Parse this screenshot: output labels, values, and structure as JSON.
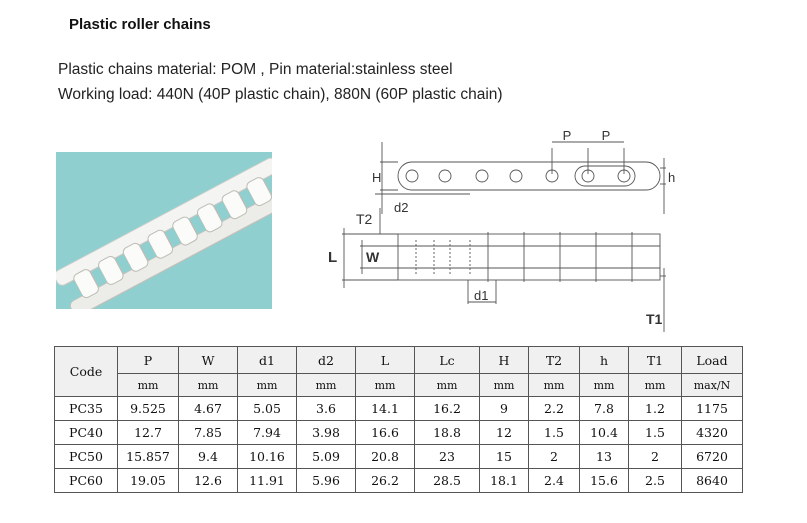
{
  "title": "Plastic roller chains",
  "description": {
    "line1": "Plastic chains material: POM , Pin material:stainless steel",
    "line2": "Working load: 440N (40P plastic chain), 880N (60P plastic chain)"
  },
  "drawing": {
    "labels": {
      "p1": "P",
      "p2": "P",
      "h_upper": "H",
      "h_lower": "h",
      "d2": "d2",
      "t2": "T2",
      "l": "L",
      "w": "W",
      "d1": "d1",
      "t1": "T1"
    }
  },
  "table": {
    "code_header": "Code",
    "columns": [
      {
        "name": "P",
        "unit": "mm"
      },
      {
        "name": "W",
        "unit": "mm"
      },
      {
        "name": "d1",
        "unit": "mm"
      },
      {
        "name": "d2",
        "unit": "mm"
      },
      {
        "name": "L",
        "unit": "mm"
      },
      {
        "name": "Lc",
        "unit": "mm"
      },
      {
        "name": "H",
        "unit": "mm"
      },
      {
        "name": "T2",
        "unit": "mm"
      },
      {
        "name": "h",
        "unit": "mm"
      },
      {
        "name": "T1",
        "unit": "mm"
      },
      {
        "name": "Load",
        "unit": "max/N"
      }
    ],
    "rows": [
      [
        "PC35",
        "9.525",
        "4.67",
        "5.05",
        "3.6",
        "14.1",
        "16.2",
        "9",
        "2.2",
        "7.8",
        "1.2",
        "1175"
      ],
      [
        "PC40",
        "12.7",
        "7.85",
        "7.94",
        "3.98",
        "16.6",
        "18.8",
        "12",
        "1.5",
        "10.4",
        "1.5",
        "4320"
      ],
      [
        "PC50",
        "15.857",
        "9.4",
        "10.16",
        "5.09",
        "20.8",
        "23",
        "15",
        "2",
        "13",
        "2",
        "6720"
      ],
      [
        "PC60",
        "19.05",
        "12.6",
        "11.91",
        "5.96",
        "26.2",
        "28.5",
        "18.1",
        "2.4",
        "15.6",
        "2.5",
        "8640"
      ]
    ]
  }
}
